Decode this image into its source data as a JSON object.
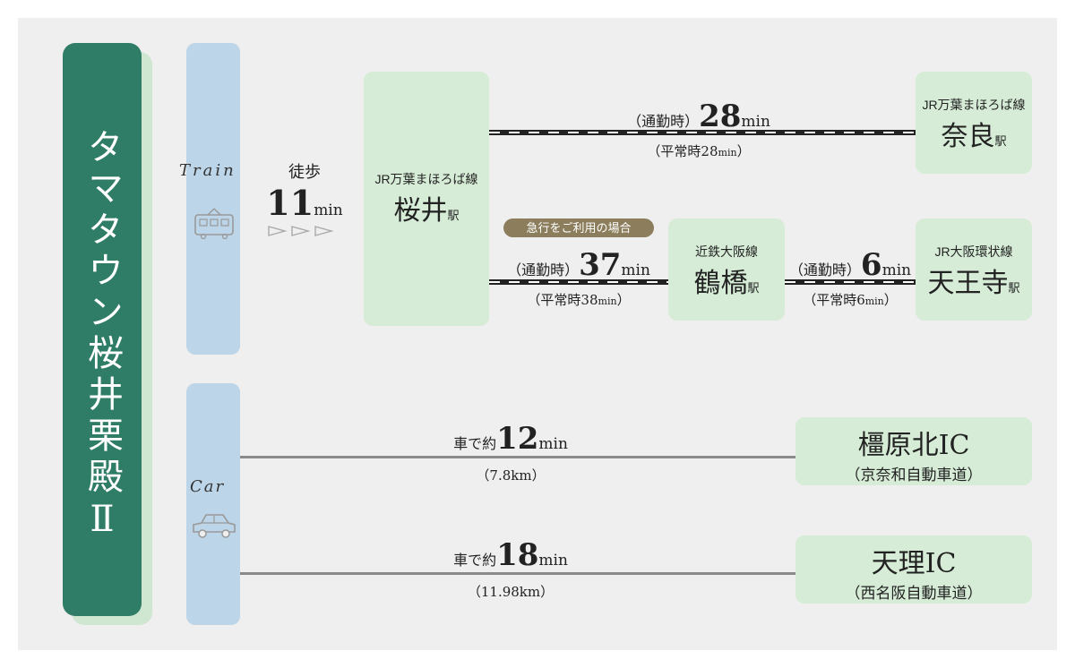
{
  "title": "タマタウン桜井栗殿Ⅱ",
  "train": {
    "label": "Train",
    "walk": {
      "pre": "徒歩",
      "num": "11",
      "unit": "min"
    }
  },
  "car": {
    "label": "Car"
  },
  "sakurai": {
    "line": "JR万葉まほろば線",
    "name": "桜井",
    "suffix": "駅"
  },
  "nara": {
    "line": "JR万葉まほろば線",
    "name": "奈良",
    "suffix": "駅"
  },
  "tsuruhashi": {
    "line": "近鉄大阪線",
    "name": "鶴橋",
    "suffix": "駅"
  },
  "tennoji": {
    "line": "JR大阪環状線",
    "name": "天王寺",
    "suffix": "駅"
  },
  "route_nara": {
    "pre": "（通勤時）",
    "num": "28",
    "unit": "min",
    "sub_pre": "（平常時28",
    "sub_unit": "min",
    "sub_post": "）"
  },
  "express_badge": "急行をご利用の場合",
  "route_tsuruhashi": {
    "pre": "（通勤時）",
    "num": "37",
    "unit": "min",
    "sub_pre": "（平常時38",
    "sub_unit": "min",
    "sub_post": "）"
  },
  "route_tennoji": {
    "pre": "（通勤時）",
    "num": "6",
    "unit": "min",
    "sub_pre": "（平常時6",
    "sub_unit": "min",
    "sub_post": "）"
  },
  "car_route1": {
    "pre": "車で約",
    "num": "12",
    "unit": "min",
    "sub": "（7.8km）"
  },
  "car_route2": {
    "pre": "車で約",
    "num": "18",
    "unit": "min",
    "sub": "（11.98km）"
  },
  "ic1": {
    "name": "橿原北IC",
    "sub": "（京奈和自動車道）"
  },
  "ic2": {
    "name": "天理IC",
    "sub": "（西名阪自動車道）"
  }
}
